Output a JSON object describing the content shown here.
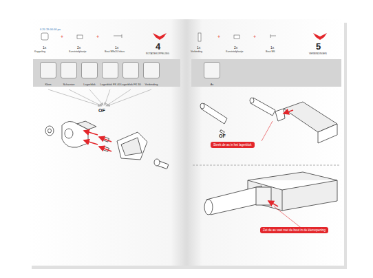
{
  "diagram": {
    "nodes": [
      {
        "text": [
          "Klem"
        ]
      },
      {
        "text": [
          "Scharnier"
        ]
      },
      {
        "text": [
          "Lagerblok"
        ]
      },
      {
        "text": [
          "Lagerblok FK 40"
        ]
      },
      {
        "text": [
          "Lagerblok FK 30"
        ]
      },
      {
        "text": [
          "Verbinding"
        ]
      },
      {
        "text": [
          "As"
        ]
      },
      {
        "text": [
          "Steek de as in het lagerblok"
        ]
      },
      {
        "text": [
          "Zet de as vast met de bout in de klemopening"
        ]
      }
    ],
    "labels": [
      "0 20 19.00.00 pa",
      "1x",
      "Koppeling",
      "2x",
      "Kunststofplaatje",
      "1x",
      "Bout M8x20 Inbus",
      "4",
      "ROTATIEKOPPELING",
      "OF",
      "1x",
      "Verbinding",
      "2x",
      "Kunststofplaatje",
      "1x",
      "Bout M6",
      "5",
      "VERBINDINGEN",
      "OF"
    ]
  }
}
